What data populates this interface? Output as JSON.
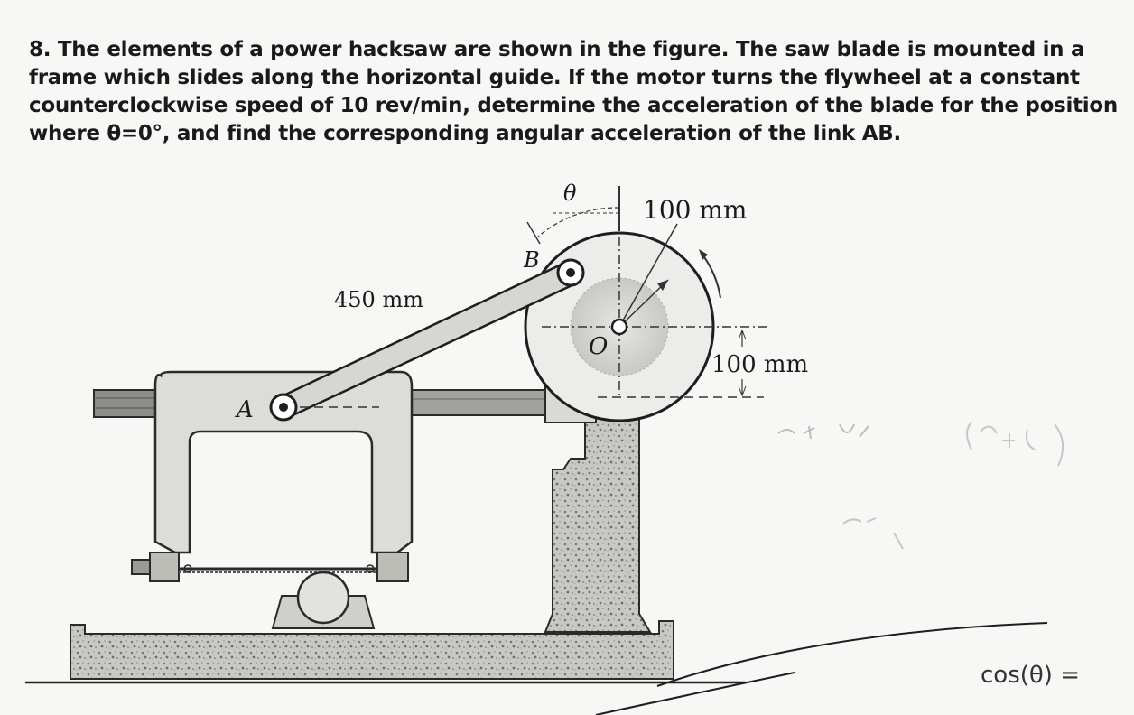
{
  "problem": {
    "lines": [
      "8. The elements of a power hacksaw are shown in the figure. The saw blade is mounted in a",
      "frame which slides along the horizontal guide. If the motor turns the flywheel at a constant",
      "counterclockwise speed of 10 rev/min, determine the acceleration of the blade for the position",
      "where θ=0°, and find the corresponding angular acceleration of the link AB."
    ]
  },
  "figure": {
    "labels": {
      "theta": "θ",
      "crank_length": "100 mm",
      "link_length": "450 mm",
      "offset": "100 mm",
      "point_a": "A",
      "point_b": "B",
      "point_o": "O"
    },
    "handwriting": {
      "cos": "cos(θ) ="
    }
  }
}
